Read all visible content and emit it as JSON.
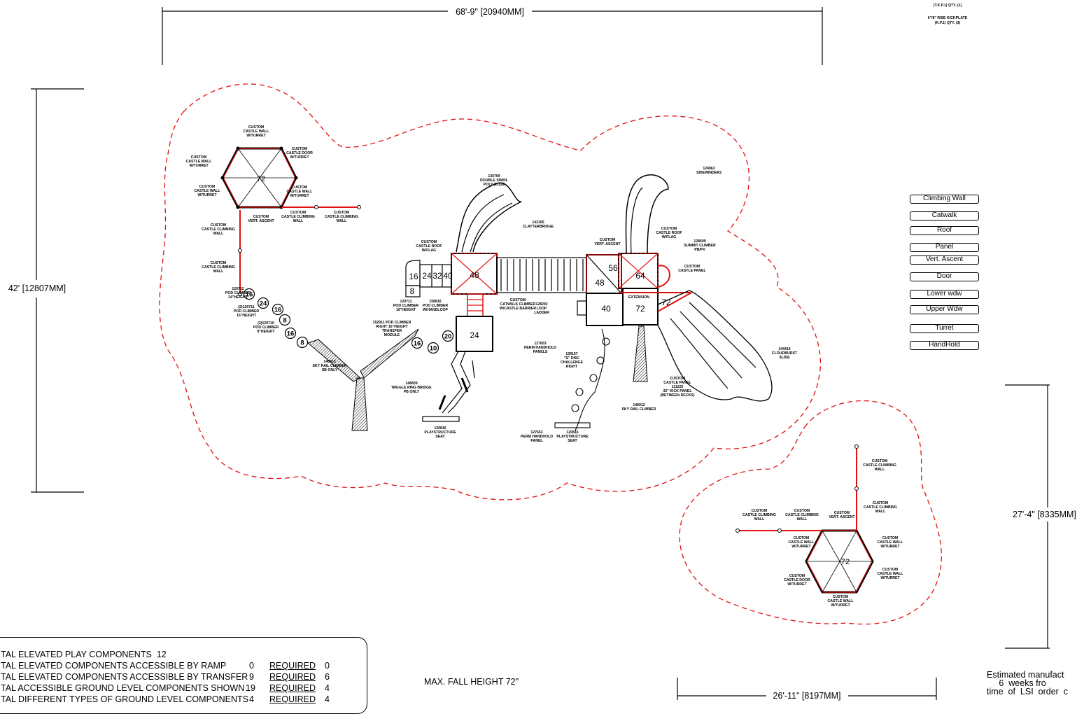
{
  "dimensions": {
    "top_width": "68'-9\" [20940MM]",
    "left_height": "42' [12807MM]",
    "right_height": "27'-4\" [8335MM]",
    "bottom_width": "26'-11\" [8197MM]"
  },
  "top_right_notes": [
    "(T.K.P.1) QTY. (1)",
    "6\"/8\" RISE KICKPLATE",
    "(K.P.1) QTY. (3)"
  ],
  "legend": [
    "Climbing Wall",
    "Catwalk",
    "Roof",
    "Panel",
    "Vert. Ascent",
    "Door",
    "Lower wdw",
    "Upper Wdw",
    "Turret",
    "HandHold"
  ],
  "deck_numbers": {
    "hex_left": "72",
    "hex_right": "72",
    "d48a": "48",
    "d16": "16",
    "d24a": "24",
    "d32": "32",
    "d40a": "40",
    "d8": "8",
    "d24b": "24",
    "d56": "56",
    "d48b": "48",
    "d64": "64",
    "d40b": "40",
    "d72a": "72",
    "d72b": "72",
    "pods": [
      "16",
      "24",
      "16",
      "8",
      "16",
      "8",
      "16",
      "20",
      "10"
    ]
  },
  "labels": {
    "lhex_wall_top": [
      "CUSTOM",
      "CASTLE WALL",
      "W/TURRET"
    ],
    "lhex_wall_left": [
      "CUSTOM",
      "CASTLE WALL",
      "W/TURRET"
    ],
    "lhex_door": [
      "CUSTOM",
      "CASTLE DOOR",
      "W/TURRET"
    ],
    "lhex_wall_left2": [
      "CUSTOM",
      "CASTLE WALL",
      "W/TURRET"
    ],
    "lhex_wall_right2": [
      "CUSTOM",
      "CASTLE WALL",
      "W/TURRET"
    ],
    "lhex_vert": [
      "CUSTOM",
      "VERT. ASCENT"
    ],
    "lhex_climb1": [
      "CUSTOM",
      "CASTLE CLIMBING",
      "WALL"
    ],
    "lhex_climb2": [
      "CUSTOM",
      "CASTLE CLIMBING",
      "WALL"
    ],
    "lhex_climb3": [
      "CUSTOM",
      "CASTLE CLIMBING",
      "WALL"
    ],
    "lhex_climb4": [
      "CUSTOM",
      "CASTLE CLIMBING",
      "WALL"
    ],
    "pod1": [
      "120712",
      "POD CLIMBER",
      "24\"HEIGHT"
    ],
    "pod2": [
      "(2)120711",
      "POD CLIMBER",
      "16\"HEIGHT"
    ],
    "pod3": [
      "(2)120710",
      "POD CLIMBER",
      "8\"HEIGHT"
    ],
    "skyrail1": [
      "146813",
      "SKY RAIL CLIMBER",
      "SB ONLY"
    ],
    "transfer": [
      "152911 POD CLIMBER",
      "RIGHT 16\"HEIGHT",
      "TRANSFER",
      "MODULE"
    ],
    "pod4": [
      "120711",
      "POD CLIMBER",
      "16\"HEIGHT"
    ],
    "pod5": [
      "158816",
      "POD CLIMBER",
      "W/HANDLOOP"
    ],
    "wiggle": [
      "148839",
      "WIGGLE RING BRIDGE",
      "PB ONLY"
    ],
    "seat1": [
      "120816",
      "PLAYSTRUCTURE",
      "SEAT"
    ],
    "swirl": [
      "130769",
      "DOUBLE SWIRL",
      "POLY SLIDE"
    ],
    "clatter": [
      "143165",
      "CLATTERBRIDGE"
    ],
    "roof1": [
      "CUSTOM",
      "CASTLE ROOF",
      "W/FLAG"
    ],
    "catwalk": [
      "CUSTOM",
      "CATWALK CLIMBER",
      "W/CASTLE BARRIER"
    ],
    "loop": [
      "128292",
      "LOOP",
      "LADDER"
    ],
    "perm1": [
      "127653",
      "PERM HANDHOLD",
      "PANELS"
    ],
    "disc": [
      "139157",
      "\"S\" DISC",
      "CHALLENGE",
      "RIGHT"
    ],
    "perm2": [
      "127653",
      "PERM HANDHOLD",
      "PANEL"
    ],
    "seat2": [
      "120816",
      "PLAYSTRUCTURE",
      "SEAT"
    ],
    "skyrail2": [
      "146912",
      "SKY RAIL CLIMBER"
    ],
    "vert2": [
      "CUSTOM",
      "VERT. ASCENT"
    ],
    "roof2": [
      "CUSTOM",
      "CASTLE ROOF",
      "W/FLAG"
    ],
    "summit": [
      "128609",
      "SUMMIT CLIMBER",
      "PB/PV"
    ],
    "panel1": [
      "CUSTOM",
      "CASTLE PANEL"
    ],
    "sidewinder": [
      "124963",
      "SIDEWINDER2"
    ],
    "ext": [
      "EXTENSION"
    ],
    "panel2": [
      "CUSTOM",
      "CASTLE PANEL",
      "111225",
      "32\" KICK PANEL",
      "(BETWEEN DECKS)"
    ],
    "cloudburst": [
      "144414",
      "CLOUDBURST",
      "SLIDE"
    ],
    "rhex_climb1": [
      "CUSTOM",
      "CASTLE CLIMBING",
      "WALL"
    ],
    "rhex_climb2": [
      "CUSTOM",
      "CASTLE CLIMBING",
      "WALL"
    ],
    "rhex_climb3": [
      "CUSTOM",
      "CASTLE CLIMBING",
      "WALL"
    ],
    "rhex_vert": [
      "CUSTOM",
      "VERT. ASCENT"
    ],
    "rhex_climb4": [
      "CUSTOM",
      "CASTLE CLIMBING",
      "WALL"
    ],
    "rhex_wall1": [
      "CUSTOM",
      "CASTLE WALL",
      "W/TURRET"
    ],
    "rhex_wall2": [
      "CUSTOM",
      "CASTLE WALL",
      "W/TURRET"
    ],
    "rhex_wall3": [
      "CUSTOM",
      "CASTLE WALL",
      "W/TURRET"
    ],
    "rhex_door": [
      "CUSTOM",
      "CASTLE DOOR",
      "W/TURRET"
    ],
    "rhex_wall4": [
      "CUSTOM",
      "CASTLE WALL",
      "W/TURRET"
    ]
  },
  "summary": {
    "row1": {
      "label": "TAL ELEVATED PLAY COMPONENTS",
      "value": "12"
    },
    "row2": {
      "label": "TAL ELEVATED COMPONENTS ACCESSIBLE BY RAMP",
      "value": "0",
      "req": "REQUIRED",
      "req_value": "0"
    },
    "row3": {
      "label": "TAL ELEVATED COMPONENTS ACCESSIBLE BY TRANSFER",
      "value": "9",
      "req": "REQUIRED",
      "req_value": "6"
    },
    "row4": {
      "label": "TAL ACCESSIBLE GROUND LEVEL COMPONENTS SHOWN",
      "value": "19",
      "req": "REQUIRED",
      "req_value": "4"
    },
    "row5": {
      "label": "TAL DIFFERENT TYPES OF GROUND LEVEL COMPONENTS",
      "value": "4",
      "req": "REQUIRED",
      "req_value": "4"
    }
  },
  "max_fall": "MAX. FALL HEIGHT 72\"",
  "estimate": "Estimated manufact\n     6  weeks fro\ntime  of  LSI  order  c"
}
